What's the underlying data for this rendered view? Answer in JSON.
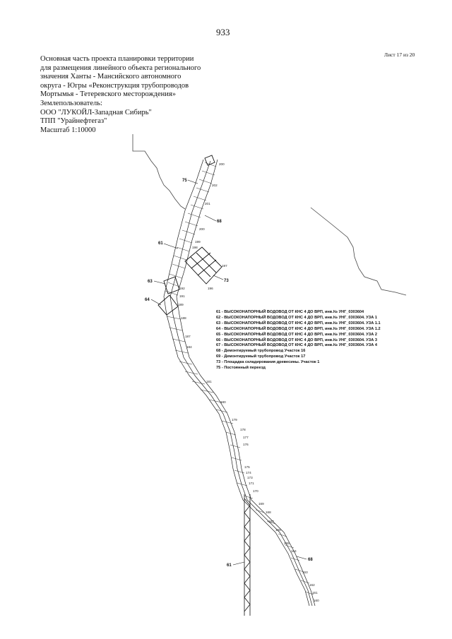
{
  "page_number": "933",
  "sheet_label": "Лист 17 из 20",
  "title_lines": [
    "Основная часть проекта планировки территории",
    "для размещения линейного объекта регионального",
    "значения Ханты - Мансийского автономного",
    "округа - Югры «Реконструкция трубопроводов",
    "Мортымья - Тетеревского месторождения»",
    "Землепользователь:",
    "ООО \"ЛУКОЙЛ-Западная Сибирь\"",
    "ТПП \"Урайнефтегаз\"",
    "Масштаб 1:10000"
  ],
  "legend": [
    "61 - ВЫСОКОНАПОРНЫЙ ВОДОВОД ОТ КНС 4 ДО ВРП, инв.№ УНГ_0303604",
    "62 - ВЫСОКОНАПОРНЫЙ ВОДОВОД ОТ КНС 4 ДО ВРП, инв.№ УНГ_0303604. УЗА 1",
    "63 - ВЫСОКОНАПОРНЫЙ ВОДОВОД ОТ КНС 4 ДО ВРП, инв.№ УНГ_0303604. УЗА 1.1",
    "64 - ВЫСОКОНАПОРНЫЙ ВОДОВОД ОТ КНС 4 ДО ВРП, инв.№ УНГ_0303604. УЗА 1.2",
    "65 - ВЫСОКОНАПОРНЫЙ ВОДОВОД ОТ КНС 4 ДО ВРП, инв.№ УНГ_0303604. УЗА 2",
    "66 - ВЫСОКОНАПОРНЫЙ ВОДОВОД ОТ КНС 4 ДО ВРП, инв.№ УНГ_0303604. УЗА 3",
    "67 - ВЫСОКОНАПОРНЫЙ ВОДОВОД ОТ КНС 4 ДО ВРП, инв.№ УНГ_0303604. УЗА 4",
    "68 - Демонтируемый трубопровод Участок 16",
    "69 - Демонтируемый трубопровод Участок 17",
    "73 - Площадка складирования древесины. Участок 1",
    "75 - Постоянный переезд"
  ],
  "map_labels": {
    "callouts": [
      "75",
      "68",
      "61",
      "73",
      "63",
      "64",
      "61",
      "68"
    ],
    "points": [
      "200",
      "202",
      "201",
      "200",
      "199",
      "198",
      "197",
      "196",
      "192",
      "191",
      "189",
      "188",
      "187",
      "184",
      "181",
      "180",
      "179",
      "178",
      "177",
      "176",
      "175",
      "174",
      "173",
      "171",
      "170",
      "169",
      "168",
      "167",
      "166",
      "165",
      "164",
      "163",
      "162",
      "161",
      "160"
    ]
  }
}
